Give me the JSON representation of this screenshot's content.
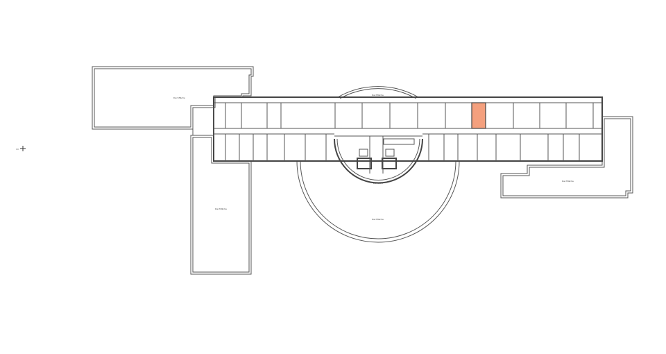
{
  "plan": {
    "roof_label": "Dachfläche",
    "void_label": "Luftraum",
    "highlight_color": "#f4a07e",
    "highlighted_room": "selected-office"
  }
}
